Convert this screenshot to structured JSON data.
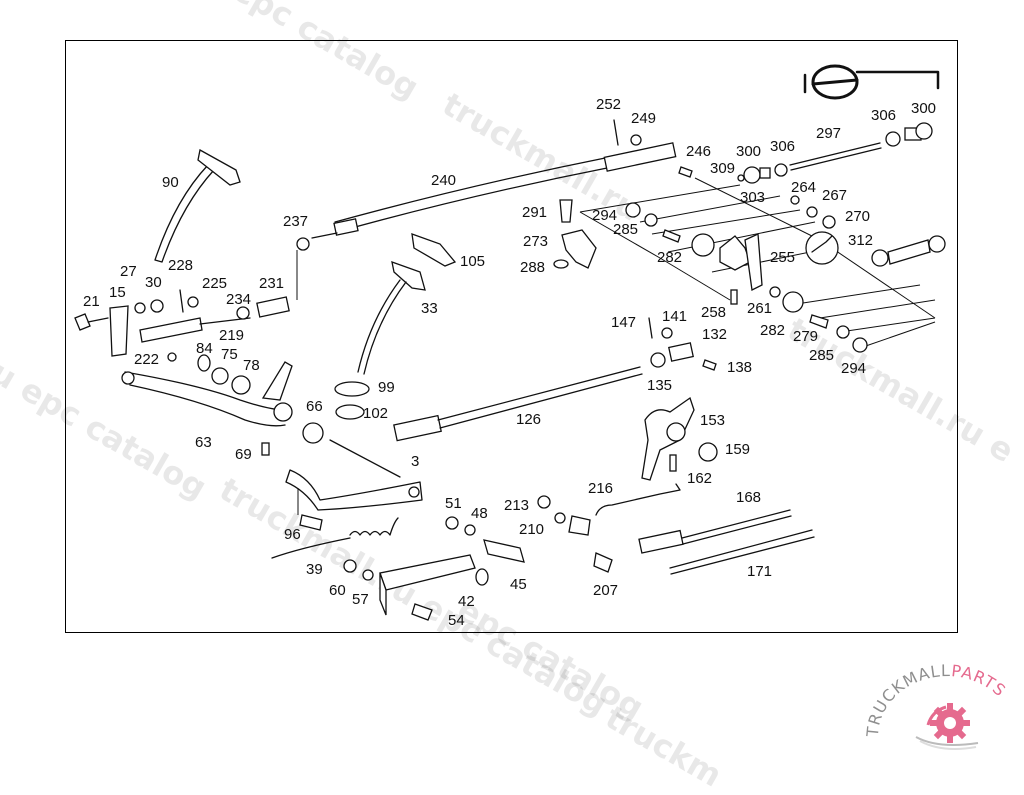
{
  "diagram": {
    "title_icon": "steering-wheel-symbol-icon",
    "part_labels": [
      {
        "id": "90"
      },
      {
        "id": "240"
      },
      {
        "id": "237"
      },
      {
        "id": "252"
      },
      {
        "id": "249"
      },
      {
        "id": "246"
      },
      {
        "id": "300a",
        "text": "300"
      },
      {
        "id": "306a",
        "text": "306"
      },
      {
        "id": "297"
      },
      {
        "id": "306b",
        "text": "306"
      },
      {
        "id": "300b",
        "text": "300"
      },
      {
        "id": "309"
      },
      {
        "id": "303"
      },
      {
        "id": "264"
      },
      {
        "id": "267"
      },
      {
        "id": "270"
      },
      {
        "id": "312"
      },
      {
        "id": "291"
      },
      {
        "id": "294a",
        "text": "294"
      },
      {
        "id": "285a",
        "text": "285"
      },
      {
        "id": "276"
      },
      {
        "id": "282a",
        "text": "282"
      },
      {
        "id": "273"
      },
      {
        "id": "288"
      },
      {
        "id": "255"
      },
      {
        "id": "258"
      },
      {
        "id": "261"
      },
      {
        "id": "282b",
        "text": "282"
      },
      {
        "id": "279"
      },
      {
        "id": "285b",
        "text": "285"
      },
      {
        "id": "294b",
        "text": "294"
      },
      {
        "id": "105"
      },
      {
        "id": "33"
      },
      {
        "id": "27"
      },
      {
        "id": "30"
      },
      {
        "id": "228"
      },
      {
        "id": "225"
      },
      {
        "id": "231"
      },
      {
        "id": "21"
      },
      {
        "id": "15"
      },
      {
        "id": "234"
      },
      {
        "id": "219"
      },
      {
        "id": "222"
      },
      {
        "id": "84"
      },
      {
        "id": "75"
      },
      {
        "id": "78"
      },
      {
        "id": "147"
      },
      {
        "id": "141"
      },
      {
        "id": "132"
      },
      {
        "id": "138"
      },
      {
        "id": "135"
      },
      {
        "id": "99"
      },
      {
        "id": "102"
      },
      {
        "id": "66"
      },
      {
        "id": "63"
      },
      {
        "id": "126"
      },
      {
        "id": "153"
      },
      {
        "id": "159"
      },
      {
        "id": "162"
      },
      {
        "id": "69"
      },
      {
        "id": "3"
      },
      {
        "id": "216"
      },
      {
        "id": "168"
      },
      {
        "id": "51"
      },
      {
        "id": "48"
      },
      {
        "id": "213"
      },
      {
        "id": "210"
      },
      {
        "id": "96"
      },
      {
        "id": "171"
      },
      {
        "id": "39"
      },
      {
        "id": "45"
      },
      {
        "id": "207"
      },
      {
        "id": "60"
      },
      {
        "id": "57"
      },
      {
        "id": "42"
      },
      {
        "id": "54"
      }
    ]
  },
  "watermarks": [
    "epc catalog",
    "truckmall.ru",
    "ru epc catalog",
    "truckmall.ru e",
    "truckmall.ru epc catalog",
    "epc catalog",
    "truckm"
  ],
  "logo": {
    "word_gray": "TRUCKMALL",
    "word_pink": "PARTS",
    "colors": {
      "gray": "#8f8f8f",
      "pink": "#e56a8e"
    }
  }
}
